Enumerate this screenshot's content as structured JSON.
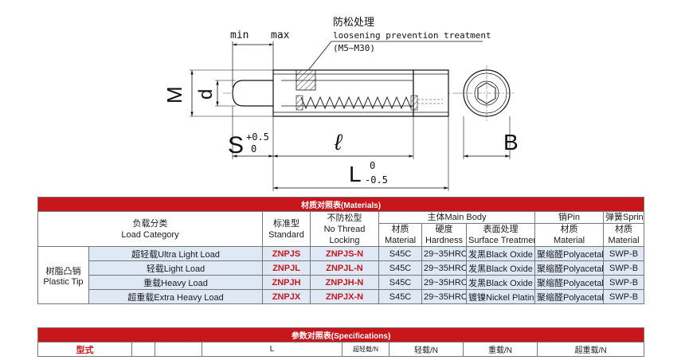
{
  "drawing": {
    "note_cn": "防松处理",
    "note_en": "loosening prevention treatment",
    "note_range": "(M5~M30)",
    "dim_min": "min",
    "dim_max": "max",
    "dim_M": "M",
    "dim_d": "d",
    "dim_S": "S",
    "dim_S_upper": "+0.5",
    "dim_S_lower": "0",
    "dim_l": "ℓ",
    "dim_L": "L",
    "dim_L_upper": "0",
    "dim_L_lower": "-0.5",
    "dim_B": "B"
  },
  "materials": {
    "title": "材质对照表(Materials)",
    "headers": {
      "load_category_cn": "负载分类",
      "load_category_en": "Load Category",
      "standard_cn": "标准型",
      "standard_en": "Standard",
      "no_thread_cn": "不防松型",
      "no_thread_en1": "No Thread",
      "no_thread_en2": "Locking",
      "main_body": "主体Main Body",
      "pin": "销Pin",
      "spring": "弹簧Spring",
      "material_cn": "材质",
      "material_en": "Material",
      "hardness_cn": "硬度",
      "hardness_en": "Hardness",
      "surface_cn": "表面处理",
      "surface_en": "Surface Treatment",
      "pin_material_cn": "材质",
      "pin_material_en": "Material",
      "spring_material_cn": "材质",
      "spring_material_en": "Material"
    },
    "group_cn": "树脂凸销",
    "group_en": "Plastic Tip",
    "rows": [
      {
        "category": "超轻载Ultra Light Load",
        "standard": "ZNPJS",
        "no_thread": "ZNPJS-N",
        "material": "S45C",
        "hardness": "29~35HRC",
        "surface": "发黑Black Oxide",
        "pin": "聚缩醛Polyacetal",
        "spring": "SWP-B"
      },
      {
        "category": "轻载Light Load",
        "standard": "ZNPJL",
        "no_thread": "ZNPJL-N",
        "material": "S45C",
        "hardness": "29~35HRC",
        "surface": "发黑Black Oxide",
        "pin": "聚缩醛Polyacetal",
        "spring": "SWP-B"
      },
      {
        "category": "重载Heavy Load",
        "standard": "ZNPJH",
        "no_thread": "ZNPJH-N",
        "material": "S45C",
        "hardness": "29~35HRC",
        "surface": "发黑Black Oxide",
        "pin": "聚缩醛Polyacetal",
        "spring": "SWP-B"
      },
      {
        "category": "超重载Extra Heavy Load",
        "standard": "ZNPJX",
        "no_thread": "ZNPJX-N",
        "material": "S45C",
        "hardness": "29~35HRC",
        "surface": "镀镍Nickel Plating",
        "pin": "聚缩醛Polyacetal",
        "spring": "SWP-B"
      }
    ]
  },
  "specs": {
    "title": "参数对照表(Specifications)",
    "type_cn": "型式",
    "col_L": "L",
    "ultra_light": "超轻载/N",
    "light": "轻载/N",
    "heavy": "重载/N",
    "extra_heavy": "超重载/N"
  },
  "colors": {
    "accent_red": "#c8161d",
    "row_tint": "#dfe9f6"
  }
}
